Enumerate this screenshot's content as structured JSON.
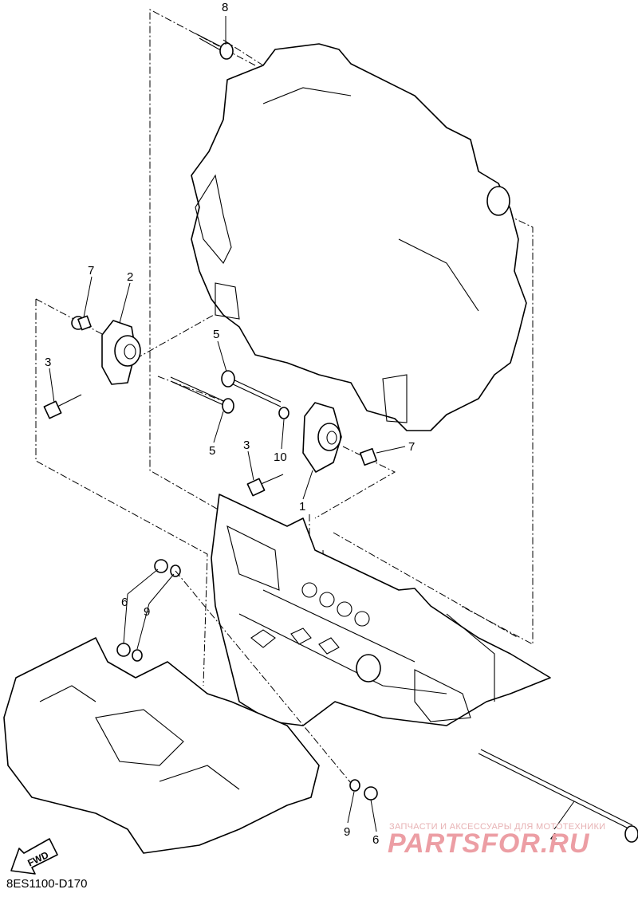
{
  "callouts": {
    "c1": "1",
    "c2": "2",
    "c3a": "3",
    "c3b": "3",
    "c4": "4",
    "c5a": "5",
    "c5b": "5",
    "c6a": "6",
    "c6b": "6",
    "c7a": "7",
    "c7b": "7",
    "c8": "8",
    "c9a": "9",
    "c9b": "9",
    "c10": "10"
  },
  "fwd_label": "FWD",
  "diagram_code": "8ES1100-D170",
  "watermark": {
    "small": "ЗАПЧАСТИ И АКСЕССУАРЫ ДЛЯ МОТОТЕХНИКИ",
    "big": "PARTSFOR.RU"
  },
  "colors": {
    "line": "#000000",
    "watermark": "#ec9ea4"
  }
}
